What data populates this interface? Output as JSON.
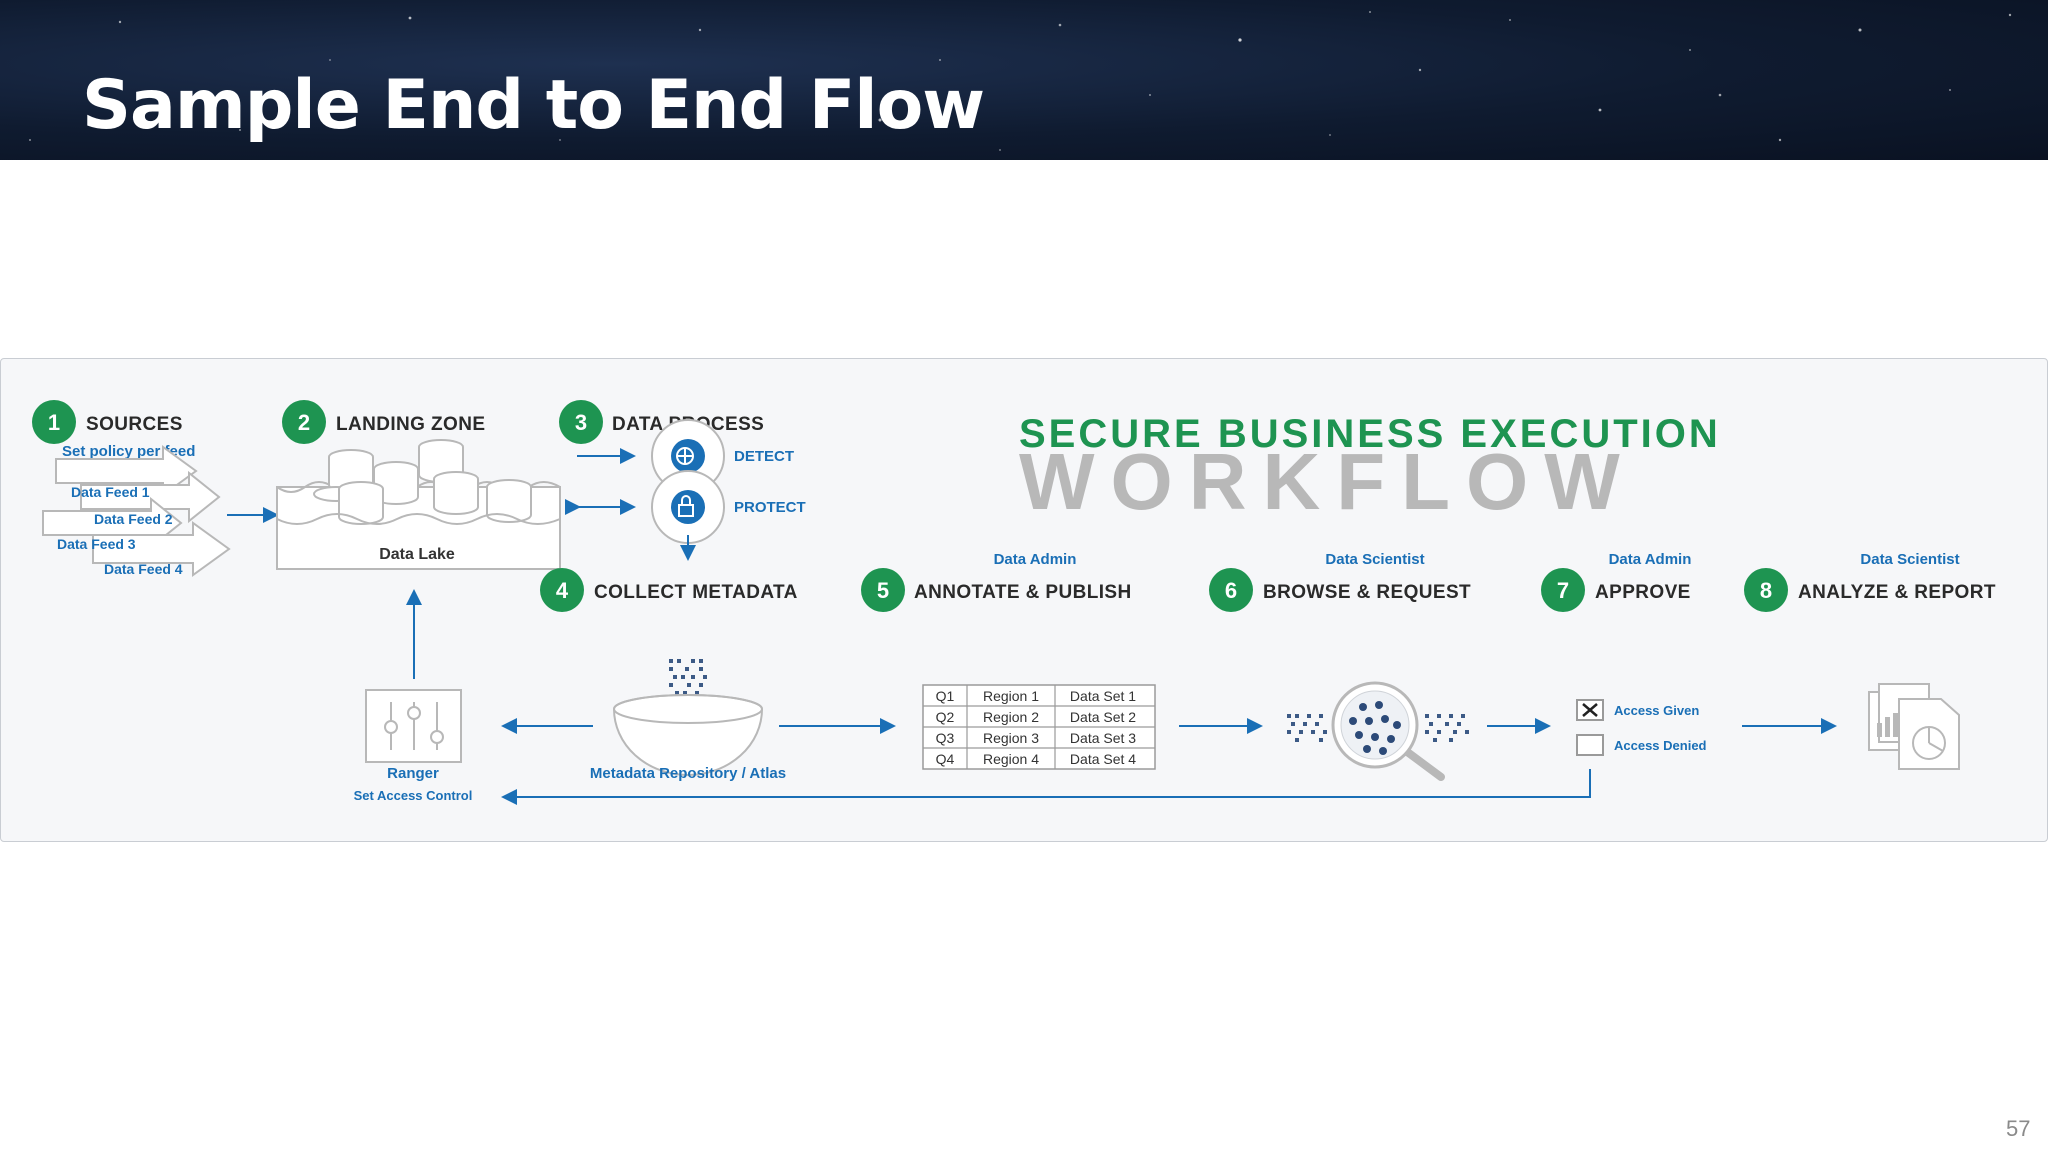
{
  "slide": {
    "title": "Sample End to End Flow",
    "page_number": "57"
  },
  "workflow": {
    "heading_line1": "SECURE BUSINESS EXECUTION",
    "heading_line2": "WORKFLOW",
    "steps": [
      {
        "number": "1",
        "label": "SOURCES",
        "sub": "Set policy per feed"
      },
      {
        "number": "2",
        "label": "LANDING ZONE"
      },
      {
        "number": "3",
        "label": "DATA PROCESS"
      },
      {
        "number": "4",
        "label": "COLLECT METADATA"
      },
      {
        "number": "5",
        "label": "ANNOTATE & PUBLISH",
        "role": "Data Admin"
      },
      {
        "number": "6",
        "label": "BROWSE & REQUEST",
        "role": "Data Scientist"
      },
      {
        "number": "7",
        "label": "APPROVE",
        "role": "Data Admin"
      },
      {
        "number": "8",
        "label": "ANALYZE & REPORT",
        "role": "Data Scientist"
      }
    ],
    "feeds": [
      "Data Feed 1",
      "Data Feed 2",
      "Data Feed 3",
      "Data Feed 4"
    ],
    "data_lake_label": "Data Lake",
    "detect_label": "DETECT",
    "protect_label": "PROTECT",
    "ranger_label": "Ranger",
    "ranger_sub": "Set Access Control",
    "metadata_label": "Metadata Repository / Atlas",
    "table": [
      [
        "Q1",
        "Region 1",
        "Data Set 1"
      ],
      [
        "Q2",
        "Region 2",
        "Data Set 2"
      ],
      [
        "Q3",
        "Region 3",
        "Data Set 3"
      ],
      [
        "Q4",
        "Region 4",
        "Data Set 4"
      ]
    ],
    "access_given": "Access Given",
    "access_denied": "Access Denied",
    "colors": {
      "green": "#1e9451",
      "blue": "#1a6fb6",
      "gray": "#b8b8b8",
      "dark": "#2a2a2a"
    }
  }
}
